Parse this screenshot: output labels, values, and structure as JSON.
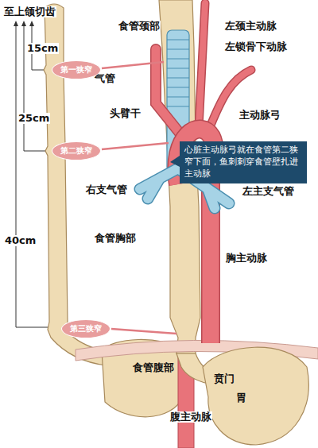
{
  "diagram": {
    "nodes": [
      {
        "text": [
          "第一狭窄"
        ]
      },
      {
        "text": [
          "第二狭窄"
        ]
      },
      {
        "text": [
          "心脏主动脉弓就在食管第二狭窄下面，鱼刺刺穿食管壁扎进主动脉"
        ]
      },
      {
        "text": [
          "第三狭窄"
        ]
      }
    ],
    "labels": [
      "至上颌切齿",
      "15cm",
      "25cm",
      "40cm",
      "食管颈部",
      "左颈主动脉",
      "气管",
      "左锁骨下动脉",
      "头臂干",
      "主动脉弓",
      "右支气管",
      "左主支气管",
      "食管胸部",
      "胸主动脉",
      "食管腹部",
      "贲门",
      "胃",
      "腹主动脉"
    ]
  }
}
